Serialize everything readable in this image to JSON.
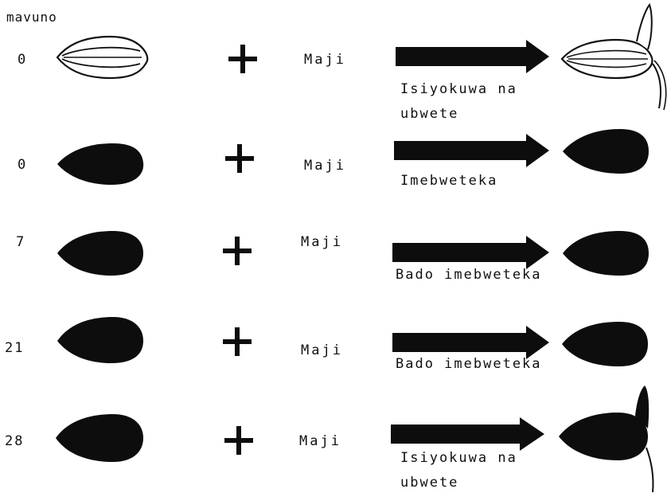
{
  "header_label": "mavuno",
  "operator_symbol": "+",
  "water_label": "Maji",
  "colors": {
    "ink": "#0d0d0d",
    "background": "#ffffff"
  },
  "rows": [
    {
      "day": "0",
      "seed_state": "outline",
      "result_state": "germinated-outline",
      "result_text_line1": "Isiyokuwa na",
      "result_text_line2": "ubwete"
    },
    {
      "day": "0",
      "seed_state": "dark",
      "result_state": "dark",
      "result_text_line1": "Imebweteka",
      "result_text_line2": ""
    },
    {
      "day": "7",
      "seed_state": "dark",
      "result_state": "dark",
      "result_text_line1": "Bado imebweteka",
      "result_text_line2": ""
    },
    {
      "day": "21",
      "seed_state": "dark",
      "result_state": "dark",
      "result_text_line1": "Bado imebweteka",
      "result_text_line2": ""
    },
    {
      "day": "28",
      "seed_state": "dark",
      "result_state": "germinated-dark",
      "result_text_line1": "Isiyokuwa na",
      "result_text_line2": "ubwete"
    }
  ]
}
